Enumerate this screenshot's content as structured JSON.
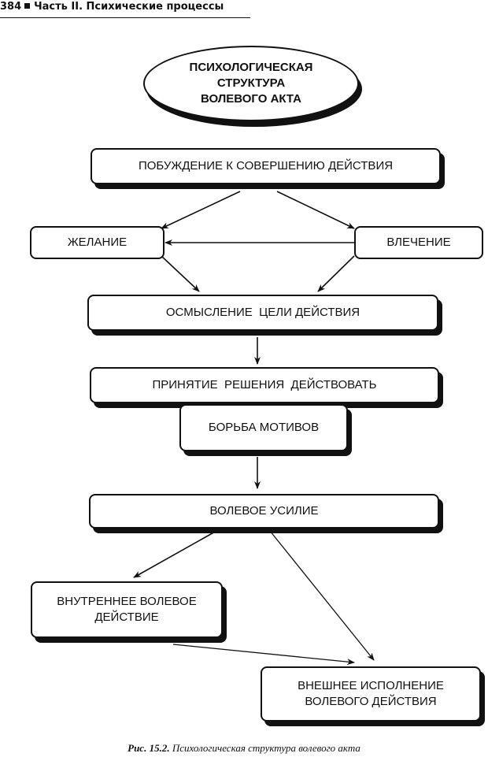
{
  "header": {
    "page_number": "384",
    "separator_icon": "black-square-icon",
    "title": "Часть II. Психические процессы"
  },
  "diagram": {
    "root": "ПСИХОЛОГИЧЕСКАЯ СТРУКТУРА ВОЛЕВОГО АКТА",
    "nodes": {
      "motive": "ПОБУЖДЕНИЕ К СОВЕРШЕНИЮ ДЕЙСТВИЯ",
      "desire": "ЖЕЛАНИЕ",
      "attraction": "ВЛЕЧЕНИЕ",
      "goal": "ОСМЫСЛЕНИЕ  ЦЕЛИ ДЕЙСТВИЯ",
      "decision": "ПРИНЯТИЕ  РЕШЕНИЯ  ДЕЙСТВОВАТЬ",
      "struggle": "БОРЬБА МОТИВОВ",
      "effort": "ВОЛЕВОЕ УСИЛИЕ",
      "internal": "ВНУТРЕННЕЕ  ВОЛЕВОЕ ДЕЙСТВИЕ",
      "external": "ВНЕШНЕЕ  ИСПОЛНЕНИЕ ВОЛЕВОГО  ДЕЙСТВИЯ"
    },
    "edges": [
      [
        "motive",
        "desire"
      ],
      [
        "motive",
        "attraction"
      ],
      [
        "attraction",
        "desire"
      ],
      [
        "desire",
        "goal"
      ],
      [
        "attraction",
        "goal"
      ],
      [
        "goal",
        "decision"
      ],
      [
        "struggle",
        "effort"
      ],
      [
        "effort",
        "internal"
      ],
      [
        "effort",
        "external"
      ],
      [
        "internal",
        "external"
      ]
    ]
  },
  "caption": {
    "label": "Рис. 15.2.",
    "text": "Психологическая структура волевого акта"
  }
}
